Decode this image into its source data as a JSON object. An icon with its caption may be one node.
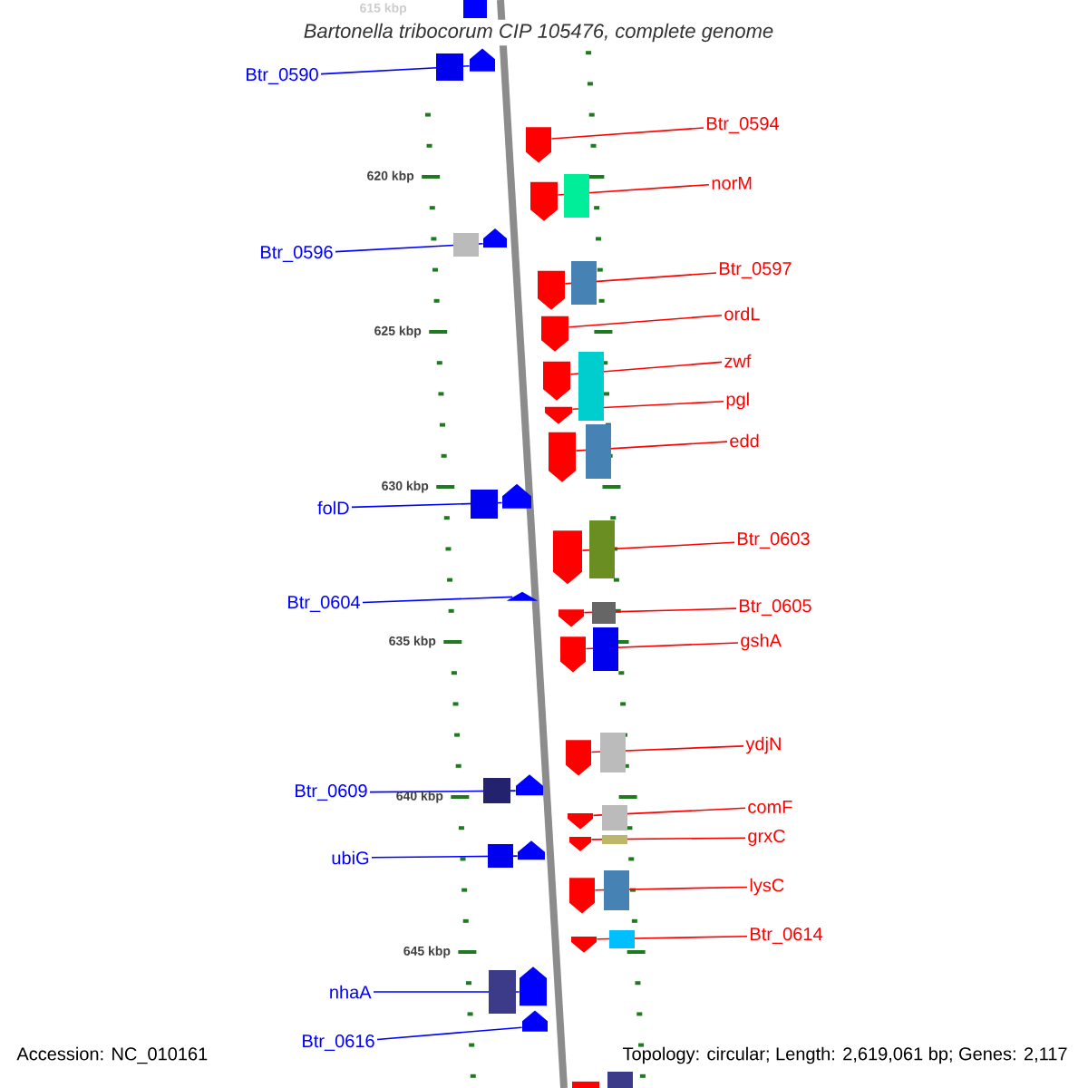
{
  "diagram": {
    "title": "*Bartonella tribocorum* CIP 105476, complete genome",
    "nodes": [
      {
        "text": [
          "Btr_0590"
        ]
      },
      {
        "text": [],
        "shape": "arrow"
      },
      {
        "text": [
          "Btr_0594"
        ]
      },
      {
        "text": [],
        "shape": "arrow"
      },
      {
        "text": [
          "norM"
        ]
      },
      {
        "text": [],
        "shape": "arrow"
      },
      {
        "text": [
          "Btr_0596"
        ]
      },
      {
        "text": [],
        "shape": "arrow"
      },
      {
        "text": [
          "Btr_0597"
        ]
      },
      {
        "text": [],
        "shape": "arrow"
      },
      {
        "text": [
          "ordL"
        ]
      },
      {
        "text": [],
        "shape": "arrow"
      },
      {
        "text": [
          "zwf"
        ]
      },
      {
        "text": [],
        "shape": "arrow"
      },
      {
        "text": [
          "pgl"
        ]
      },
      {
        "text": [],
        "shape": "arrow"
      },
      {
        "text": [
          "edd"
        ]
      },
      {
        "text": [],
        "shape": "arrow"
      },
      {
        "text": [
          "folD"
        ]
      },
      {
        "text": [],
        "shape": "arrow"
      },
      {
        "text": [
          "Btr_0603"
        ]
      },
      {
        "text": [],
        "shape": "arrow"
      },
      {
        "text": [
          "Btr_0604"
        ]
      },
      {
        "text": [],
        "shape": "triangle"
      },
      {
        "text": [
          "Btr_0605"
        ]
      },
      {
        "text": [],
        "shape": "arrow"
      },
      {
        "text": [
          "gshA"
        ]
      },
      {
        "text": [],
        "shape": "arrow"
      },
      {
        "text": [
          "ydjN"
        ]
      },
      {
        "text": [],
        "shape": "arrow"
      },
      {
        "text": [
          "Btr_0609"
        ]
      },
      {
        "text": [],
        "shape": "arrow"
      },
      {
        "text": [
          "comF"
        ]
      },
      {
        "text": [],
        "shape": "arrow"
      },
      {
        "text": [
          "grxC"
        ]
      },
      {
        "text": [],
        "shape": "arrow"
      },
      {
        "text": [
          "ubiG"
        ]
      },
      {
        "text": [],
        "shape": "arrow"
      },
      {
        "text": [
          "lysC"
        ]
      },
      {
        "text": [],
        "shape": "arrow"
      },
      {
        "text": [
          "Btr_0614"
        ]
      },
      {
        "text": [],
        "shape": "arrow"
      },
      {
        "text": [
          "nhaA"
        ]
      },
      {
        "text": [],
        "shape": "arrow"
      },
      {
        "text": [
          "Btr_0616"
        ]
      },
      {
        "text": [],
        "shape": "arrow"
      },
      {
        "text": [],
        "shape": "arrow"
      },
      {
        "text": [],
        "shape": "arrow"
      }
    ],
    "edges": [
      {
        "from": 0,
        "to": 1,
        "arrow": "none",
        "color": "#0000ff"
      },
      {
        "from": 2,
        "to": 3,
        "arrow": "none",
        "color": "#ff0000"
      },
      {
        "from": 4,
        "to": 5,
        "arrow": "none",
        "color": "#ff0000"
      },
      {
        "from": 6,
        "to": 7,
        "arrow": "none",
        "color": "#0000ff"
      },
      {
        "from": 8,
        "to": 9,
        "arrow": "none",
        "color": "#ff0000"
      },
      {
        "from": 10,
        "to": 11,
        "arrow": "none",
        "color": "#ff0000"
      },
      {
        "from": 12,
        "to": 13,
        "arrow": "none",
        "color": "#ff0000"
      },
      {
        "from": 14,
        "to": 15,
        "arrow": "none",
        "color": "#ff0000"
      },
      {
        "from": 16,
        "to": 17,
        "arrow": "none",
        "color": "#ff0000"
      },
      {
        "from": 18,
        "to": 19,
        "arrow": "none",
        "color": "#0000ff"
      },
      {
        "from": 20,
        "to": 21,
        "arrow": "none",
        "color": "#ff0000"
      },
      {
        "from": 22,
        "to": 23,
        "arrow": "none",
        "color": "#0000ff"
      },
      {
        "from": 24,
        "to": 25,
        "arrow": "none",
        "color": "#ff0000"
      },
      {
        "from": 26,
        "to": 27,
        "arrow": "none",
        "color": "#ff0000"
      },
      {
        "from": 28,
        "to": 29,
        "arrow": "none",
        "color": "#ff0000"
      },
      {
        "from": 30,
        "to": 31,
        "arrow": "none",
        "color": "#0000ff"
      },
      {
        "from": 32,
        "to": 33,
        "arrow": "none",
        "color": "#ff0000"
      },
      {
        "from": 34,
        "to": 35,
        "arrow": "none",
        "color": "#ff0000"
      },
      {
        "from": 36,
        "to": 37,
        "arrow": "none",
        "color": "#0000ff"
      },
      {
        "from": 38,
        "to": 39,
        "arrow": "none",
        "color": "#ff0000"
      },
      {
        "from": 40,
        "to": 41,
        "arrow": "none",
        "color": "#ff0000"
      },
      {
        "from": 42,
        "to": 43,
        "arrow": "none",
        "color": "#0000ff"
      },
      {
        "from": 44,
        "to": 45,
        "arrow": "none",
        "color": "#0000ff"
      }
    ],
    "labels": [
      "615 kbp",
      "620 kbp",
      "625 kbp",
      "630 kbp",
      "635 kbp",
      "640 kbp",
      "645 kbp",
      "Accession: NC_010161",
      "Topology: circular; Length: 2,619,061 bp; Genes: 2,117"
    ]
  }
}
